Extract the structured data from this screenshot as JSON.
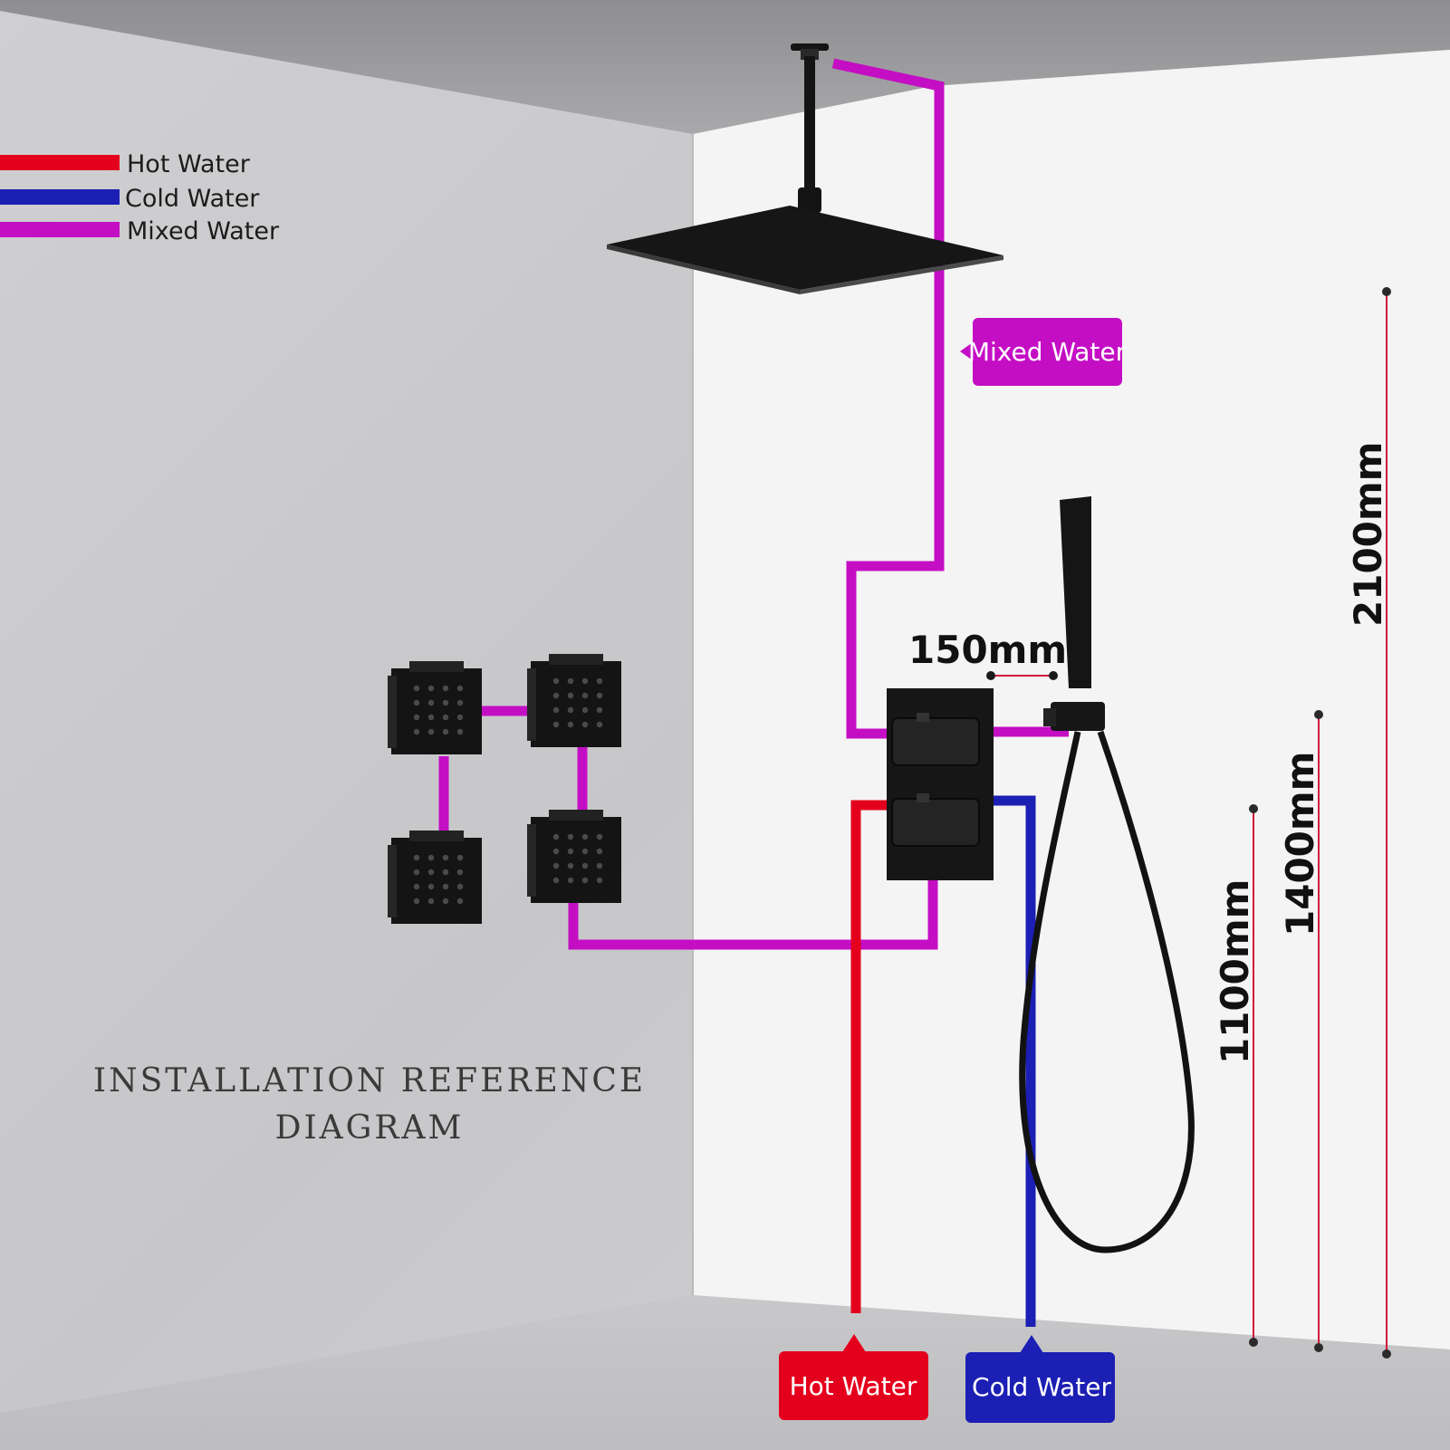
{
  "legend": [
    {
      "label": "Hot Water",
      "color": "#e4001c"
    },
    {
      "label": "Cold Water",
      "color": "#1b1fb4"
    },
    {
      "label": "Mixed Water",
      "color": "#c40ec4"
    }
  ],
  "tags": {
    "mixed": "Mixed Water",
    "hot": "Hot Water",
    "cold": "Cold Water"
  },
  "dimensions": {
    "spacing": "150mm",
    "d1100": "1100mm",
    "d1400": "1400mm",
    "d2100": "2100mm"
  },
  "caption": {
    "line1": "INSTALLATION REFERENCE",
    "line2": "DIAGRAM"
  },
  "colors": {
    "hot": "#e4001c",
    "cold": "#1b1fb4",
    "mixed": "#c40ec4",
    "dimension_line": "#d21c3c",
    "fixture": "#141414"
  },
  "icons": [
    "rain-shower-head-icon",
    "body-jet-icon",
    "thermostatic-valve-icon",
    "hand-shower-icon",
    "shower-hose-icon"
  ]
}
